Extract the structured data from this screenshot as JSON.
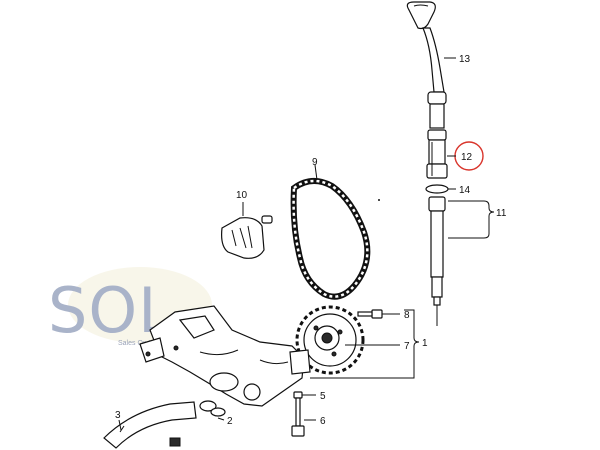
{
  "callouts": {
    "c1": "1",
    "c2": "2",
    "c3": "3",
    "c5": "5",
    "c6": "6",
    "c7": "7",
    "c8": "8",
    "c9": "9",
    "c10": "10",
    "c11": "11",
    "c12": "12",
    "c13": "13",
    "c14": "14"
  },
  "highlight": {
    "part": "12",
    "color": "#d9342b"
  },
  "watermark": {
    "logo": "SOL",
    "tagline": "Sales On Line"
  }
}
